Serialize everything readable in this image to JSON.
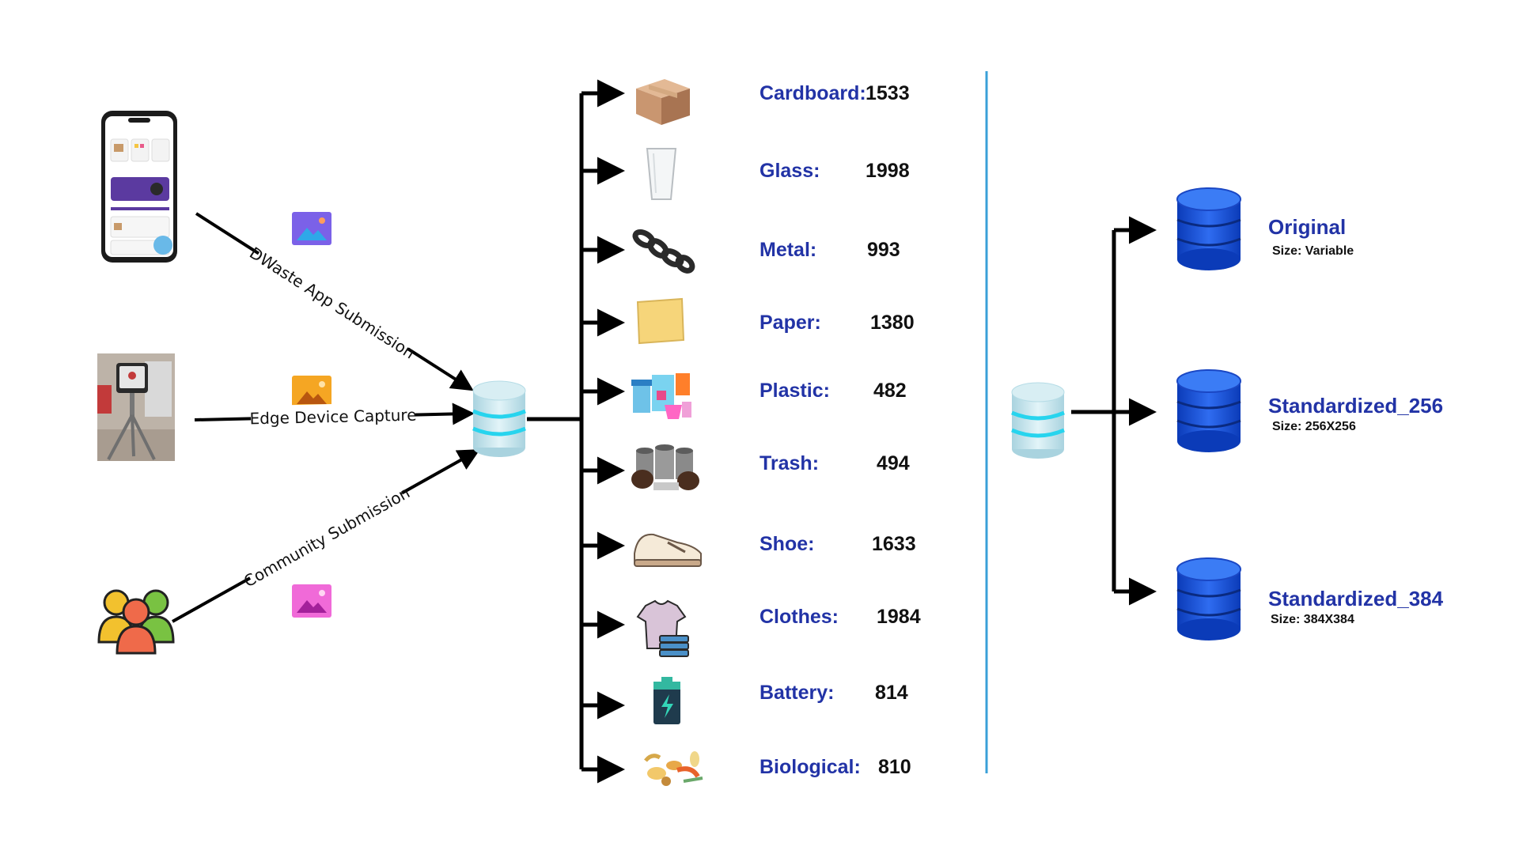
{
  "sources": [
    {
      "label": "DWaste App Submission",
      "icon": "smartphone-app-icon",
      "image_icon_color": "#7b61e8"
    },
    {
      "label": "Edge Device Capture",
      "icon": "edge-device-camera-icon",
      "image_icon_color": "#f5a623"
    },
    {
      "label": "Community Submission",
      "icon": "community-people-icon",
      "image_icon_color": "#f06ad8"
    }
  ],
  "categories": [
    {
      "name": "Cardboard:",
      "count": "1533",
      "icon": "cardboard-box-icon"
    },
    {
      "name": "Glass:",
      "count": "1998",
      "icon": "glass-icon"
    },
    {
      "name": "Metal:",
      "count": "993",
      "icon": "metal-chain-icon"
    },
    {
      "name": "Paper:",
      "count": "1380",
      "icon": "paper-icon"
    },
    {
      "name": "Plastic:",
      "count": "482",
      "icon": "plastic-items-icon"
    },
    {
      "name": "Trash:",
      "count": "494",
      "icon": "trash-cans-icon"
    },
    {
      "name": "Shoe:",
      "count": "1633",
      "icon": "shoe-icon"
    },
    {
      "name": "Clothes:",
      "count": "1984",
      "icon": "clothes-icon"
    },
    {
      "name": "Battery:",
      "count": "814",
      "icon": "battery-icon"
    },
    {
      "name": "Biological:",
      "count": "810",
      "icon": "biological-waste-icon"
    }
  ],
  "variants": [
    {
      "name": "Original",
      "size": "Size: Variable"
    },
    {
      "name": "Standardized_256",
      "size": "Size: 256X256"
    },
    {
      "name": "Standardized_384",
      "size": "Size: 384X384"
    }
  ],
  "colors": {
    "label_blue": "#2233a6",
    "divider": "#3aa0d8",
    "db_light": "#bfe3ec",
    "db_glow": "#27d4ee",
    "db_blue": "#1f4fd6"
  }
}
